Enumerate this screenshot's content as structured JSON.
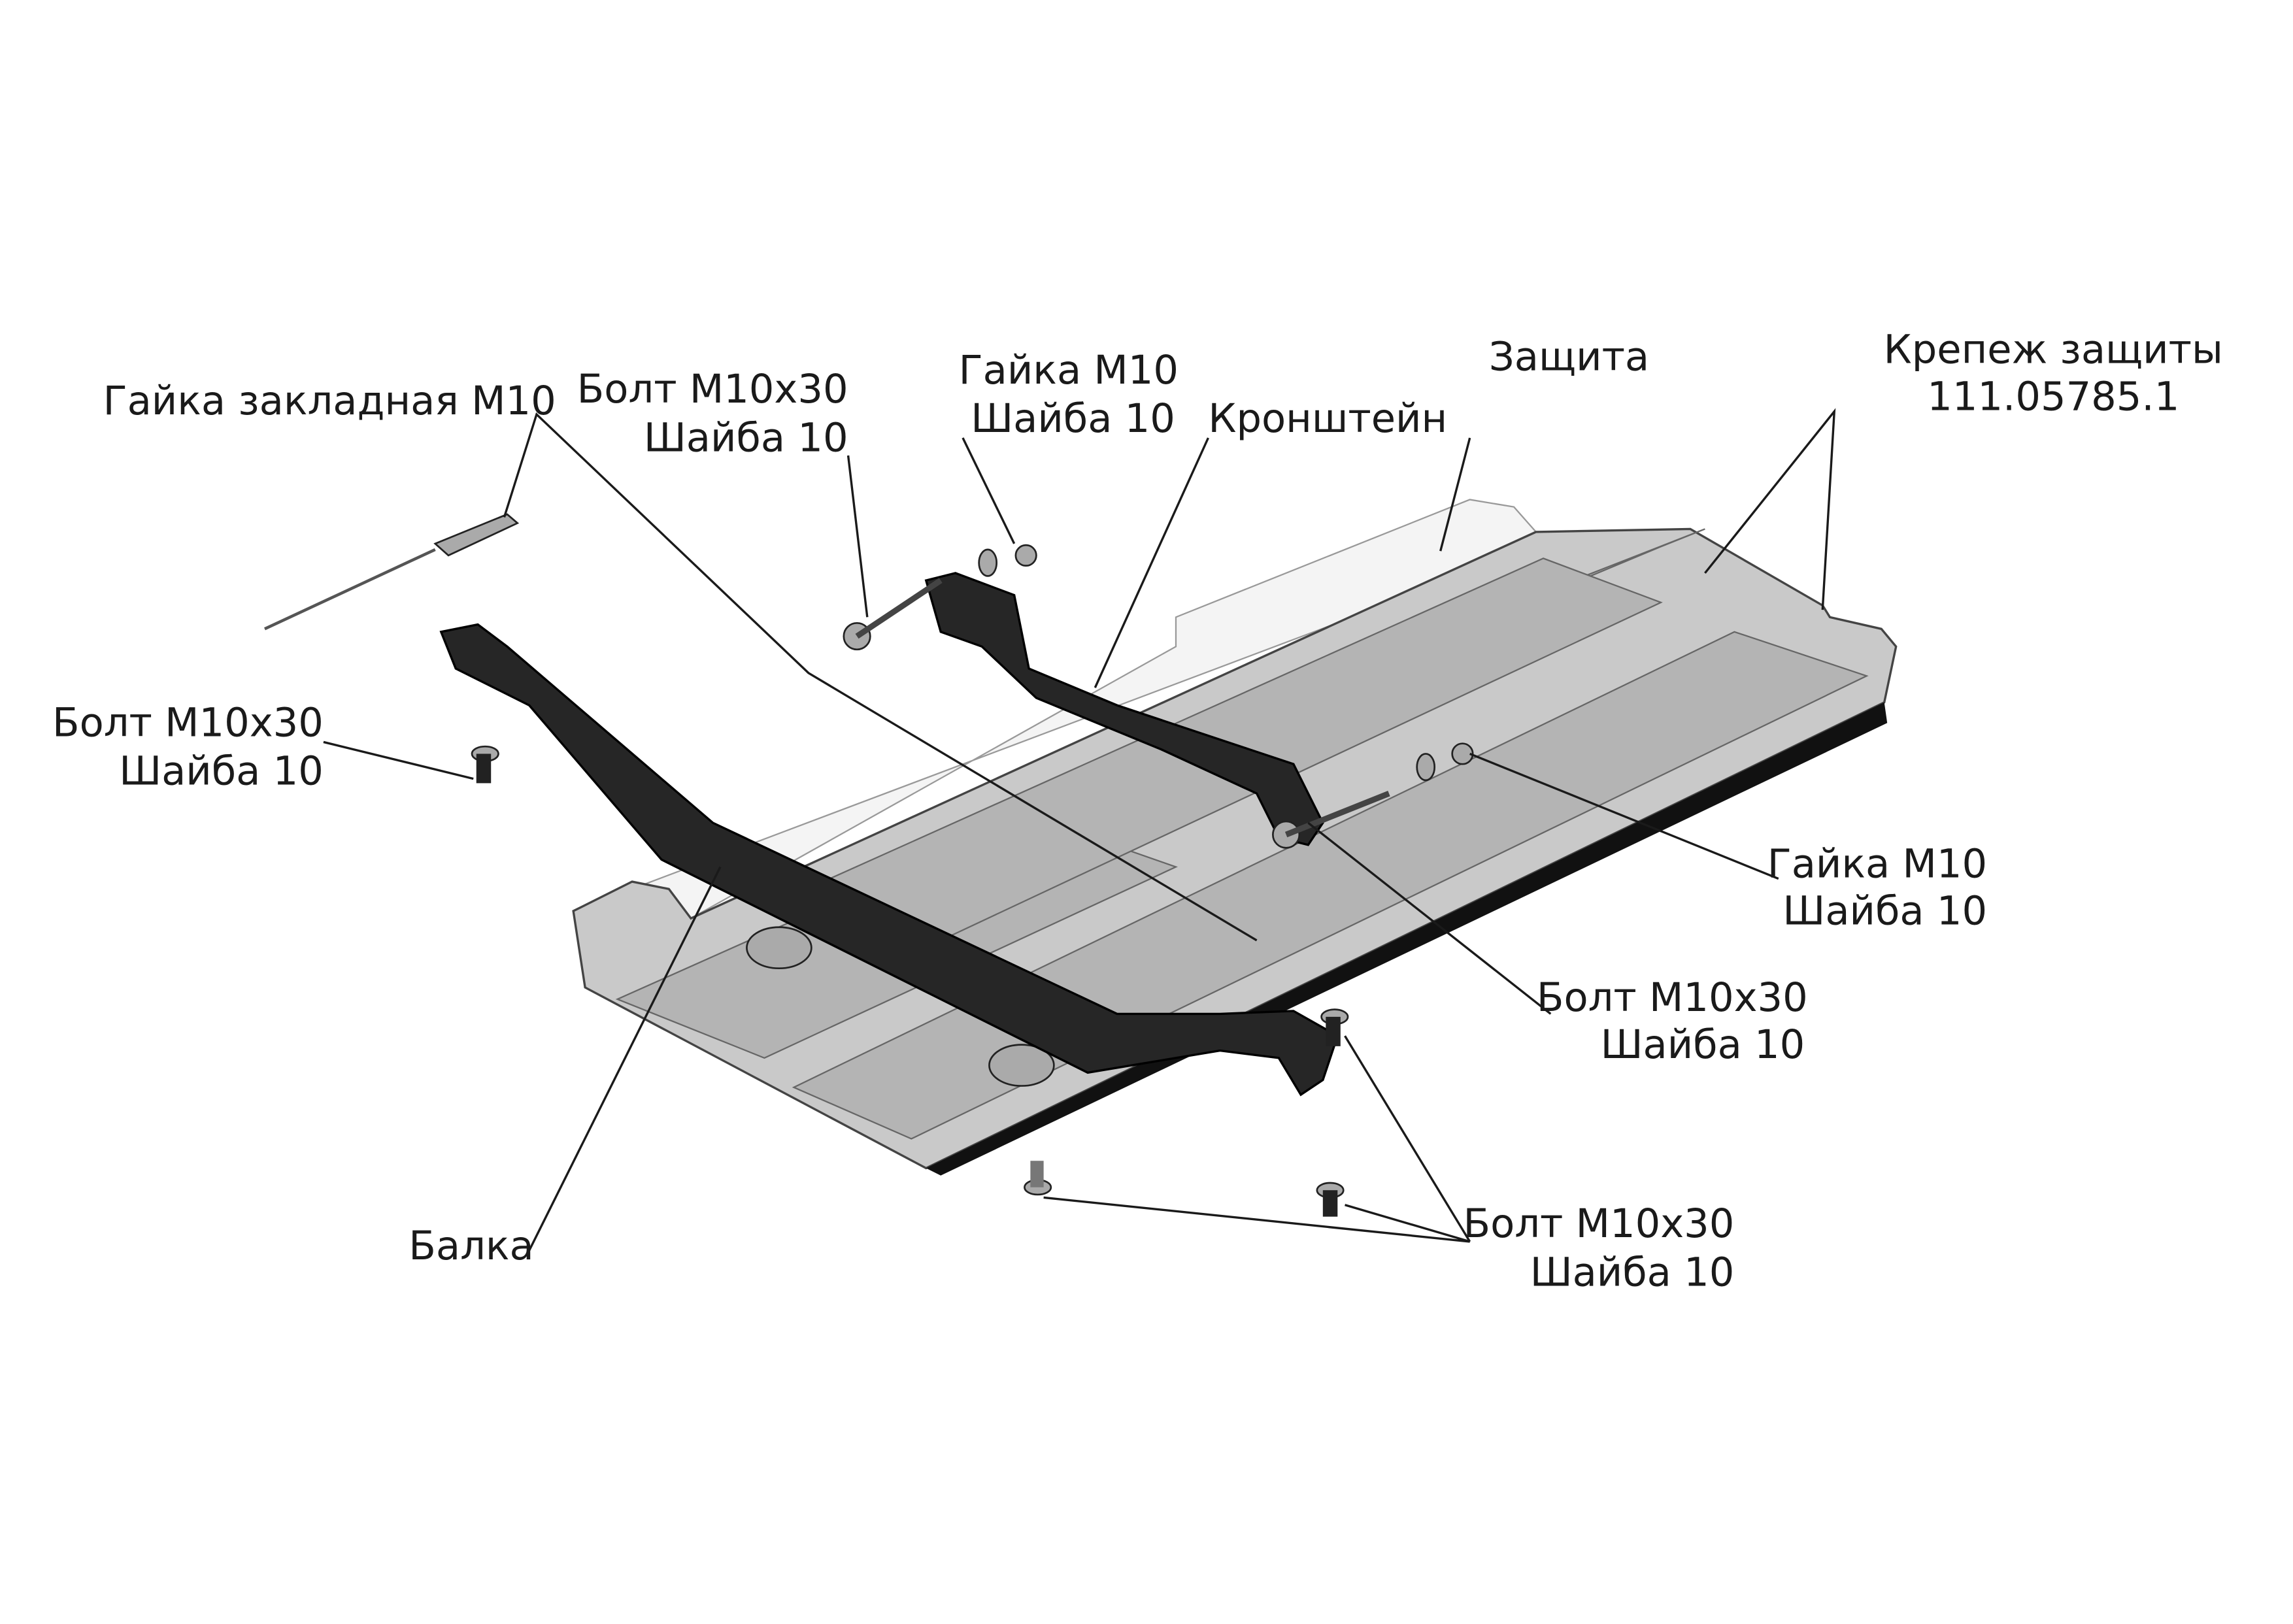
{
  "labels": {
    "embedded_nut": "Гайка закладная М10",
    "bolt_top": [
      "Болт М10х30",
      "Шайба 10"
    ],
    "nut_top": [
      "Гайка М10",
      "Шайба 10"
    ],
    "bracket": "Кронштейн",
    "guard": "Защита",
    "guard_fastener": [
      "Крепеж защиты",
      "111.05785.1"
    ],
    "bolt_left": [
      "Болт М10х30",
      "Шайба 10"
    ],
    "nut_right": [
      "Гайка М10",
      "Шайба 10"
    ],
    "bolt_mid": [
      "Болт М10х30",
      "Шайба 10"
    ],
    "beam": "Балка",
    "bolt_bottom": [
      "Болт М10х30",
      "Шайба 10"
    ]
  }
}
